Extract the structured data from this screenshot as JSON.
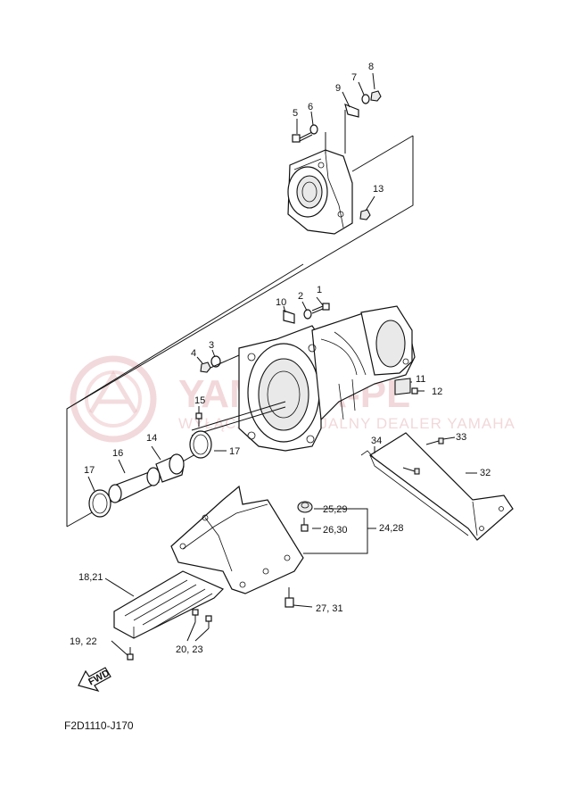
{
  "diagram": {
    "code": "F2D1110-J170",
    "fwd_label": "FWD",
    "watermark": {
      "brand": "YAMAHA-PL",
      "tagline": "WYŁĄCZNIE OFICJALNY DEALER YAMAHA"
    },
    "callouts": {
      "c1": "1",
      "c2": "2",
      "c3": "3",
      "c4": "4",
      "c5": "5",
      "c6": "6",
      "c7": "7",
      "c8": "8",
      "c9": "9",
      "c10": "10",
      "c11": "11",
      "c12": "12",
      "c13": "13",
      "c14": "14",
      "c15": "15",
      "c16": "16",
      "c17a": "17",
      "c17b": "17",
      "c18_21": "18,21",
      "c19_22": "19, 22",
      "c20_23": "20, 23",
      "c24_28": "24,28",
      "c25_29": "25,29",
      "c26_30": "26,30",
      "c27_31": "27, 31",
      "c32": "32",
      "c33": "33",
      "c34": "34"
    }
  }
}
